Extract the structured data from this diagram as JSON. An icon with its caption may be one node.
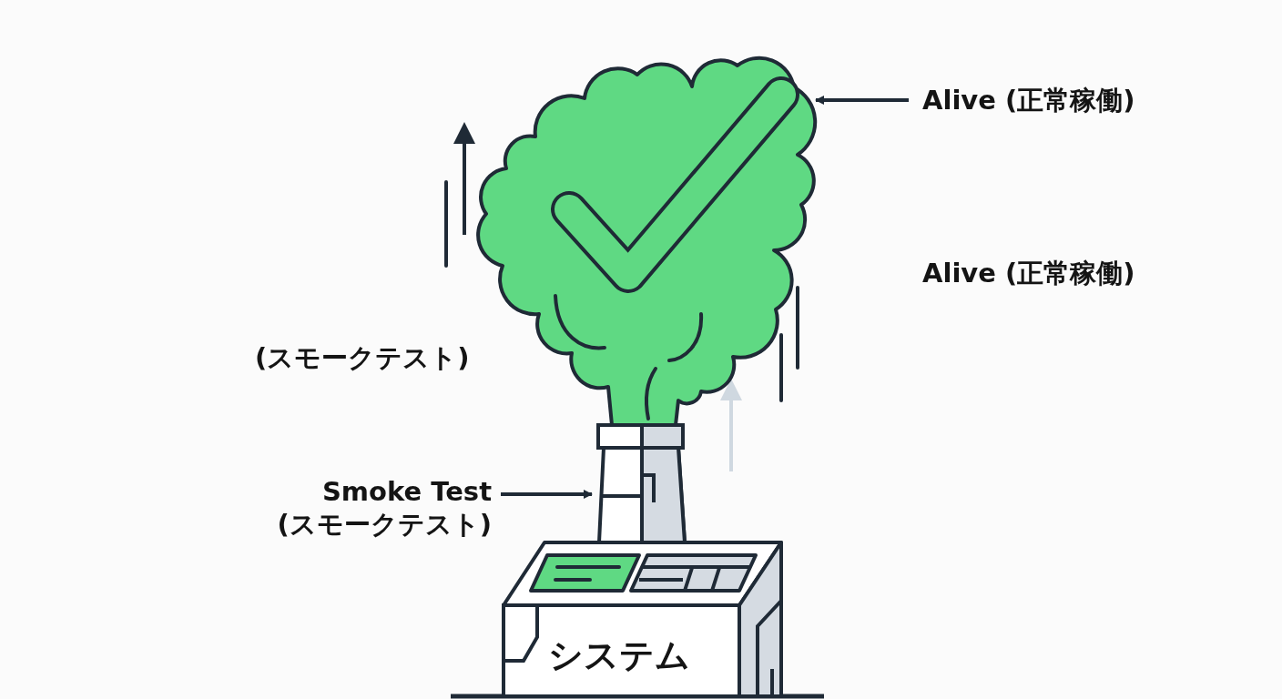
{
  "diagram": {
    "nodes": [
      {
        "text": [
          "Alive (正常稼働)"
        ]
      },
      {
        "text": [],
        "shape": "cloud"
      },
      {
        "text": [
          "Smoke Test (スモークテスト)"
        ]
      },
      {
        "text": [],
        "shape": "picture"
      },
      {
        "text": [
          "システム"
        ]
      }
    ],
    "edges": [
      {
        "from": 0,
        "to": 1,
        "arrow": "to"
      },
      {
        "from": 2,
        "to": 3,
        "arrow": "to"
      }
    ],
    "labels": [
      "Alive (正常稼働)",
      "(スモークテスト)"
    ]
  }
}
